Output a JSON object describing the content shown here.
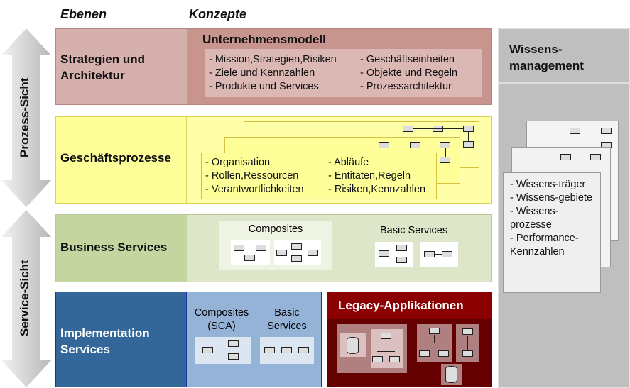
{
  "headers": {
    "ebenen": "Ebenen",
    "konzepte": "Konzepte"
  },
  "side_arrows": {
    "process": "Prozess-Sicht",
    "service": "Service-Sicht"
  },
  "rows": {
    "strategy": {
      "label": "Strategien und Architektur",
      "title": "Unternehmensmodell",
      "col1": [
        "- Mission,Strategien,Risiken",
        "- Ziele und Kennzahlen",
        "- Produkte und Services"
      ],
      "col2": [
        "- Geschäftseinheiten",
        "- Objekte und Regeln",
        "- Prozessarchitektur"
      ]
    },
    "business_processes": {
      "label": "Geschäftsprozesse",
      "col1": [
        "- Organisation",
        "- Rollen,Ressourcen",
        "- Verantwortlichkeiten"
      ],
      "col2": [
        "- Abläufe",
        "- Entitäten,Regeln",
        "- Risiken,Kennzahlen"
      ]
    },
    "business_services": {
      "label": "Business Services",
      "composites": "Composites",
      "basic": "Basic Services"
    },
    "implementation": {
      "label": "Implementation Services",
      "composites": "Composites (SCA)",
      "basic": "Basic Services"
    },
    "legacy": {
      "title": "Legacy-Applikationen"
    }
  },
  "knowledge": {
    "title": "Wissens-management",
    "items": [
      "- Wissens-träger",
      "- Wissens-gebiete",
      "- Wissens-prozesse",
      "- Performance-Kennzahlen"
    ]
  },
  "colors": {
    "strategy_left": "#d6b0ac",
    "strategy_right": "#c8948e",
    "bp": "#ffff99",
    "bs_left": "#c4d59f",
    "bs_right": "#dde6c9",
    "impl_left": "#336699",
    "impl_right": "#95b3d7",
    "legacy_head": "#8b0000",
    "legacy_body": "#640000",
    "knowledge": "#bfbfbf"
  }
}
